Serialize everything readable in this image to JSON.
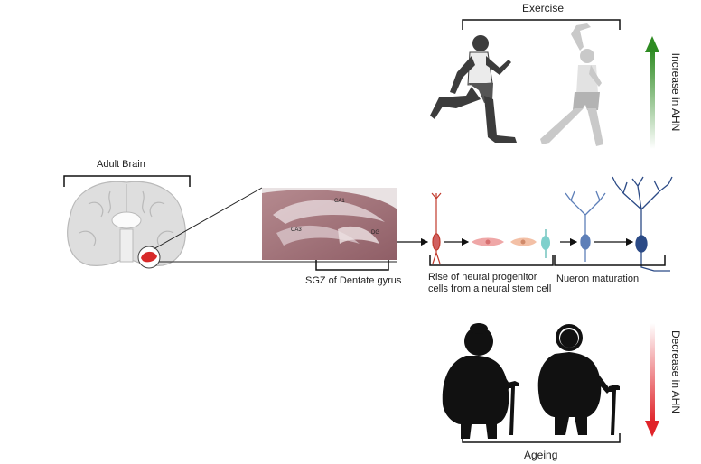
{
  "exercise": {
    "label": "Exercise"
  },
  "ageing": {
    "label": "Ageing"
  },
  "increase": {
    "label": "Increase in AHN",
    "color": "#2e8b22"
  },
  "decrease": {
    "label": "Decrease in AHN",
    "color": "#e0242a"
  },
  "brain": {
    "label": "Adult Brain"
  },
  "hippocampus": {
    "caption": "SGZ of Dentate gyrus",
    "regions": {
      "ca1": "CA1",
      "ca3": "CA3",
      "dg": "DG"
    }
  },
  "stages": {
    "progenitor": "Rise of neural progenitor cells from a neural stem cell",
    "maturation": "Nueron maturation"
  },
  "icons": [
    "running-man-icon",
    "stretching-woman-icon",
    "adult-brain-icon",
    "hippocampus-slice-image",
    "neural-stem-cell-icon",
    "progenitor-cell-icon",
    "immature-neuron-icon",
    "mature-neuron-icon",
    "elderly-woman-cane-icon",
    "elderly-man-cane-icon",
    "green-up-arrow-icon",
    "red-down-arrow-icon"
  ]
}
